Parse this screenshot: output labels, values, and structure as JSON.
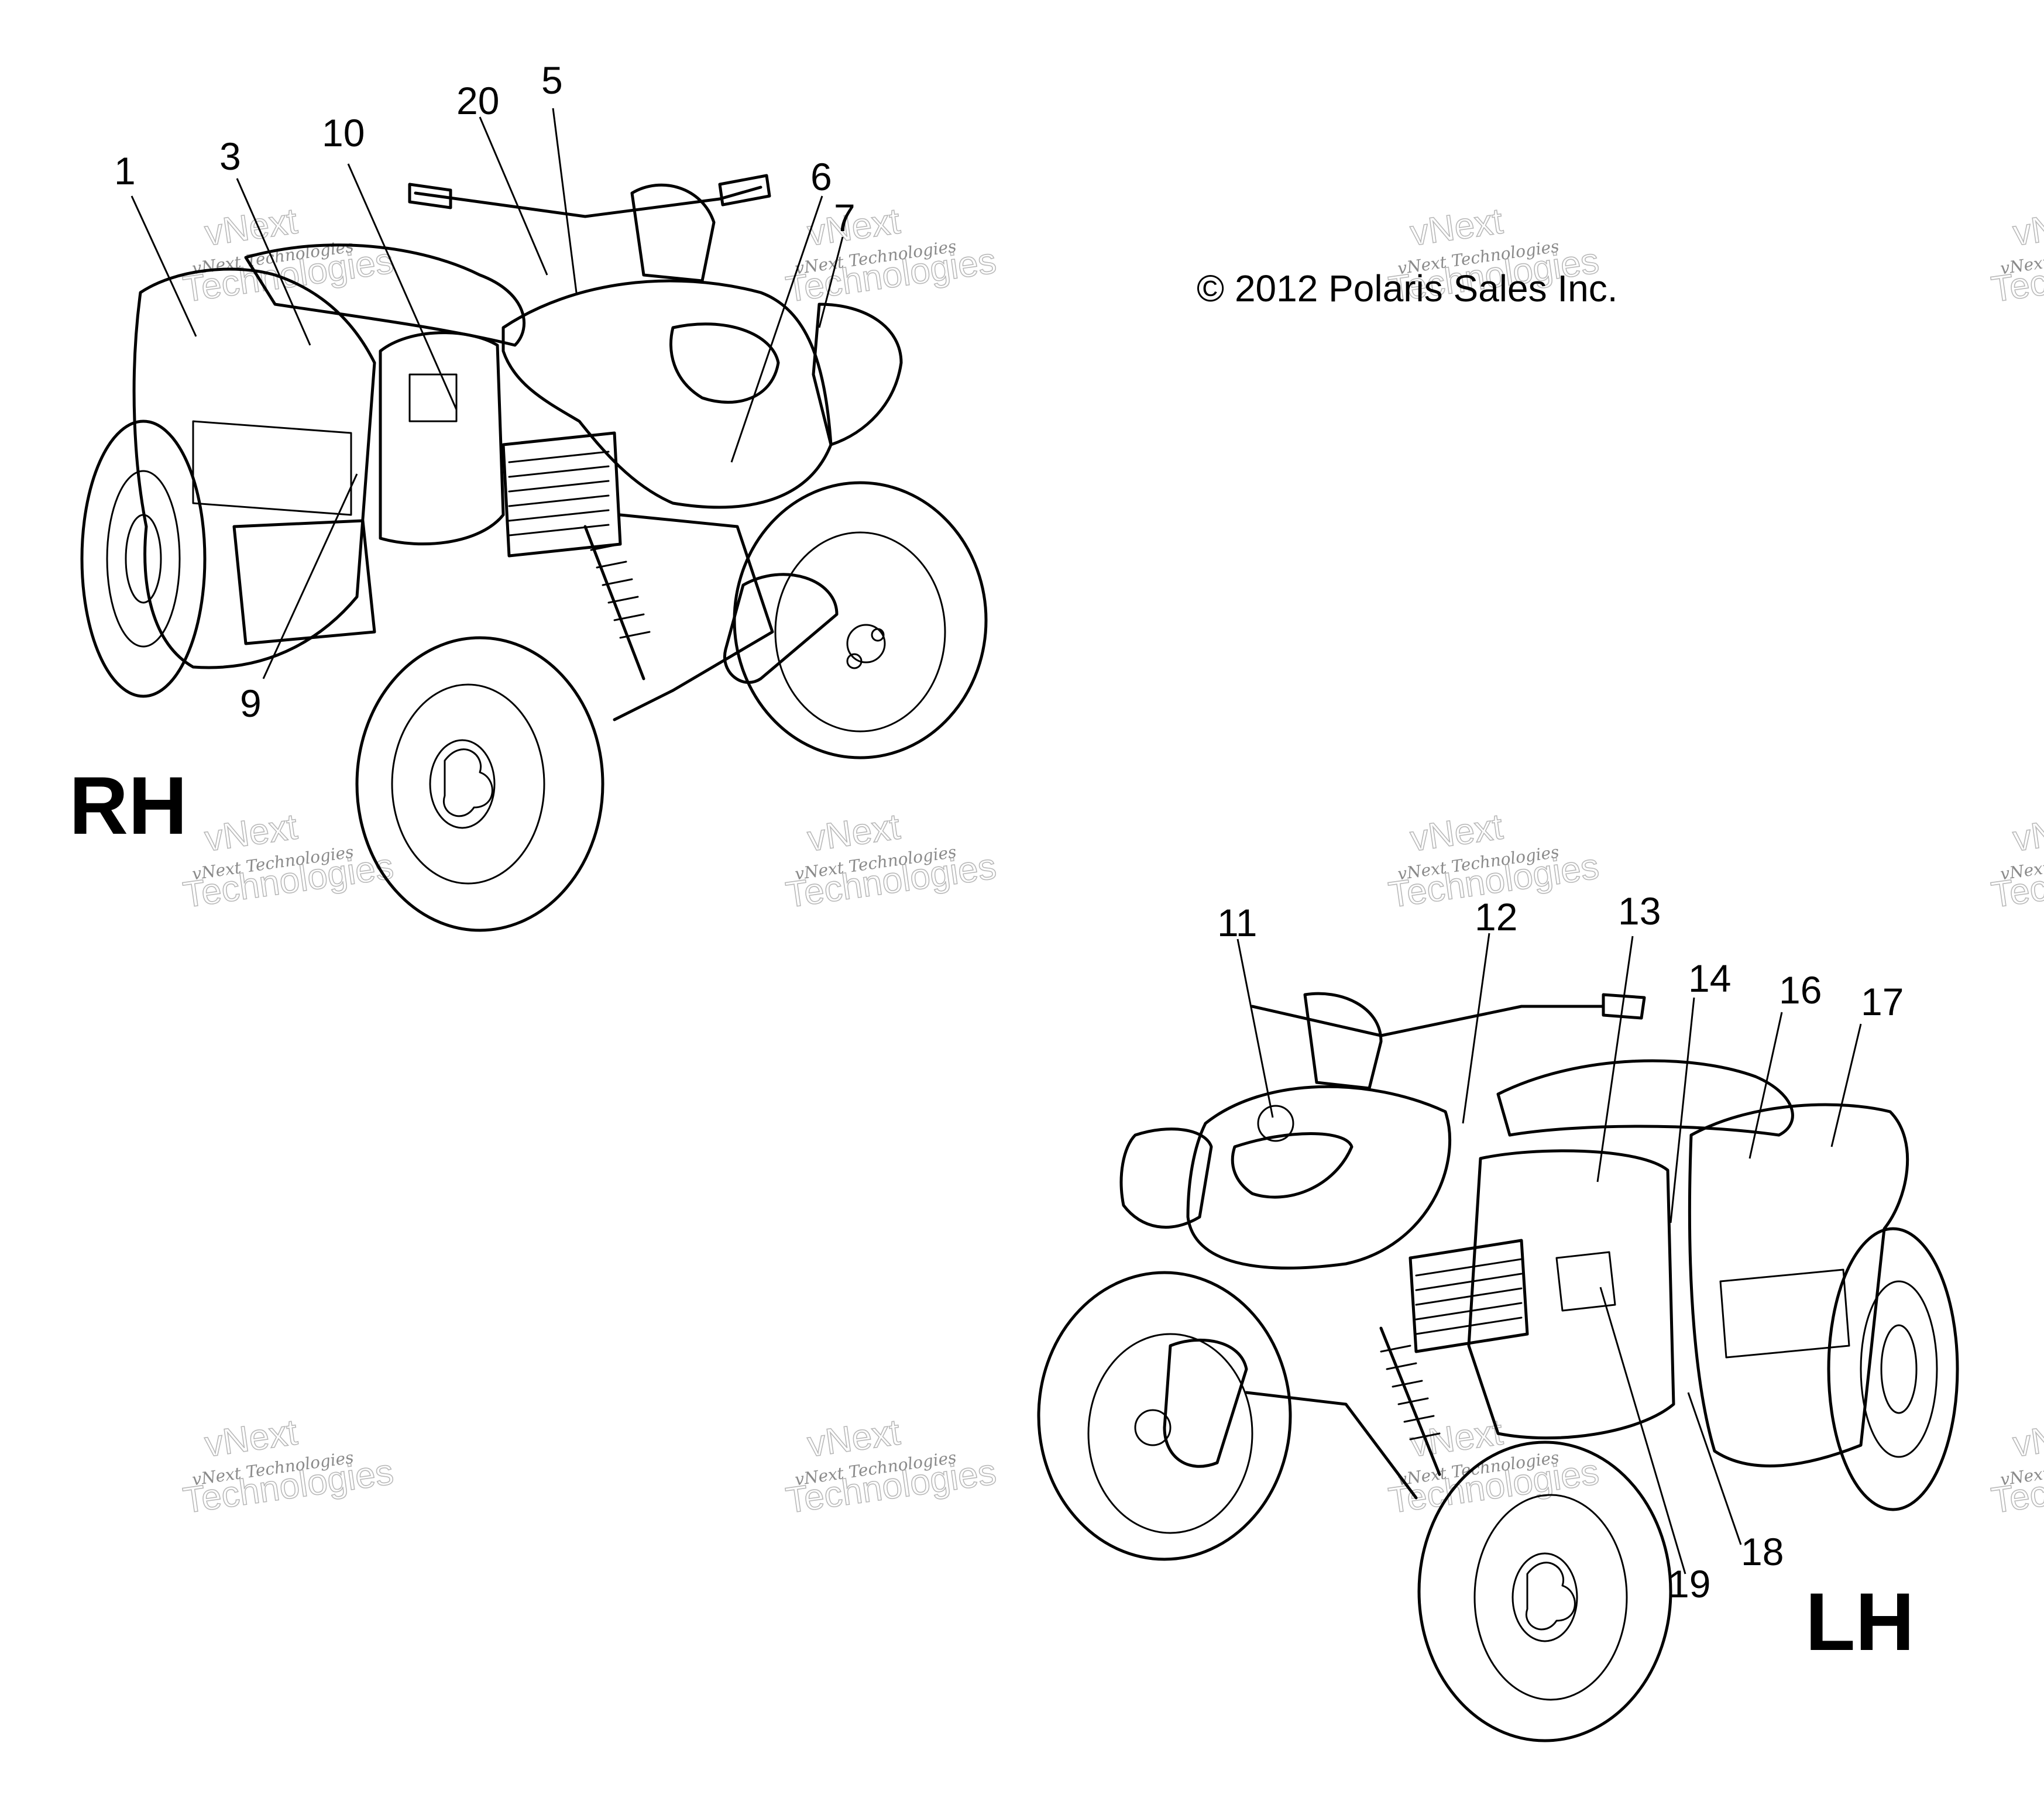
{
  "diagram": {
    "copyright": "© 2012 Polaris Sales Inc.",
    "views": [
      {
        "id": "rh",
        "label": "RH"
      },
      {
        "id": "lh",
        "label": "LH"
      }
    ],
    "callouts_rh": [
      "1",
      "3",
      "10",
      "20",
      "5",
      "6",
      "7",
      "9"
    ],
    "callouts_lh": [
      "11",
      "12",
      "13",
      "14",
      "16",
      "17",
      "18",
      "19"
    ],
    "watermark": {
      "line1": "vNext Technologies",
      "line2": "vNext",
      "line3": "Technologies"
    }
  }
}
